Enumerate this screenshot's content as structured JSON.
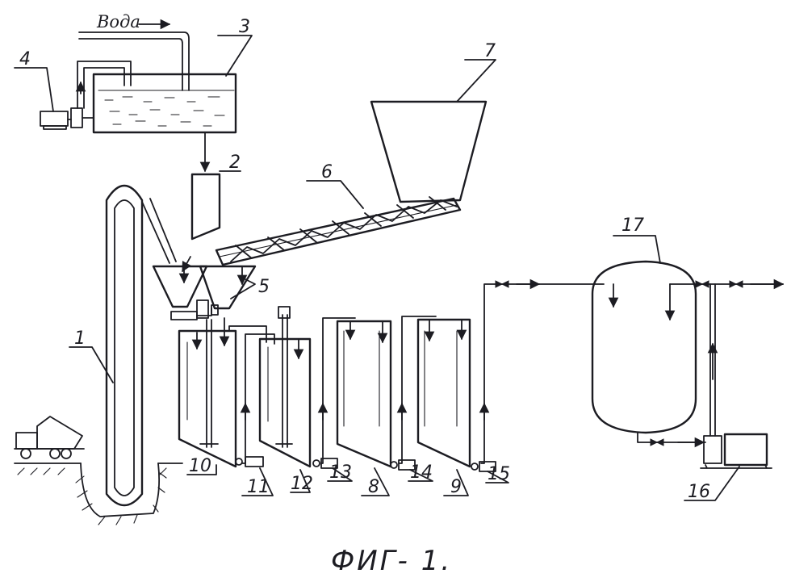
{
  "water_label": "Вода",
  "caption": "ФИГ- 1.",
  "labels": {
    "n1": "1",
    "n2": "2",
    "n3": "3",
    "n4": "4",
    "n5": "5",
    "n6": "6",
    "n7": "7",
    "n8": "8",
    "n9": "9",
    "n10": "10",
    "n11": "11",
    "n12": "12",
    "n13": "13",
    "n14": "14",
    "n15": "15",
    "n16": "16",
    "n17": "17"
  }
}
